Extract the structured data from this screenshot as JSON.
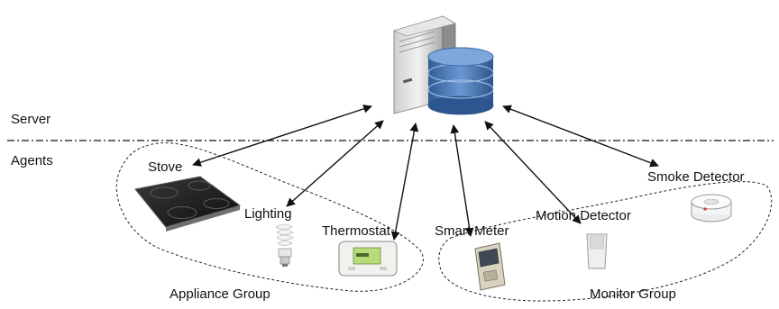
{
  "tiers": {
    "server_label": "Server",
    "agents_label": "Agents"
  },
  "devices": {
    "stove": "Stove",
    "lighting": "Lighting",
    "thermostat": "Thermostat",
    "smart_meter": "Smart Meter",
    "motion_detector": "Motion Detector",
    "smoke_detector": "Smoke Detector"
  },
  "groups": {
    "appliance": "Appliance Group",
    "monitor": "Monitor Group"
  },
  "icons": {
    "server": "server-tower-icon",
    "database": "database-icon",
    "stove": "cooktop-icon",
    "lighting": "cfl-bulb-icon",
    "thermostat": "thermostat-icon",
    "smart_meter": "smart-meter-icon",
    "motion_detector": "motion-sensor-icon",
    "smoke_detector": "smoke-detector-icon"
  },
  "colors": {
    "database_blue": "#4a77b4",
    "line": "#111111",
    "thermostat_screen": "#b7dc7a"
  }
}
